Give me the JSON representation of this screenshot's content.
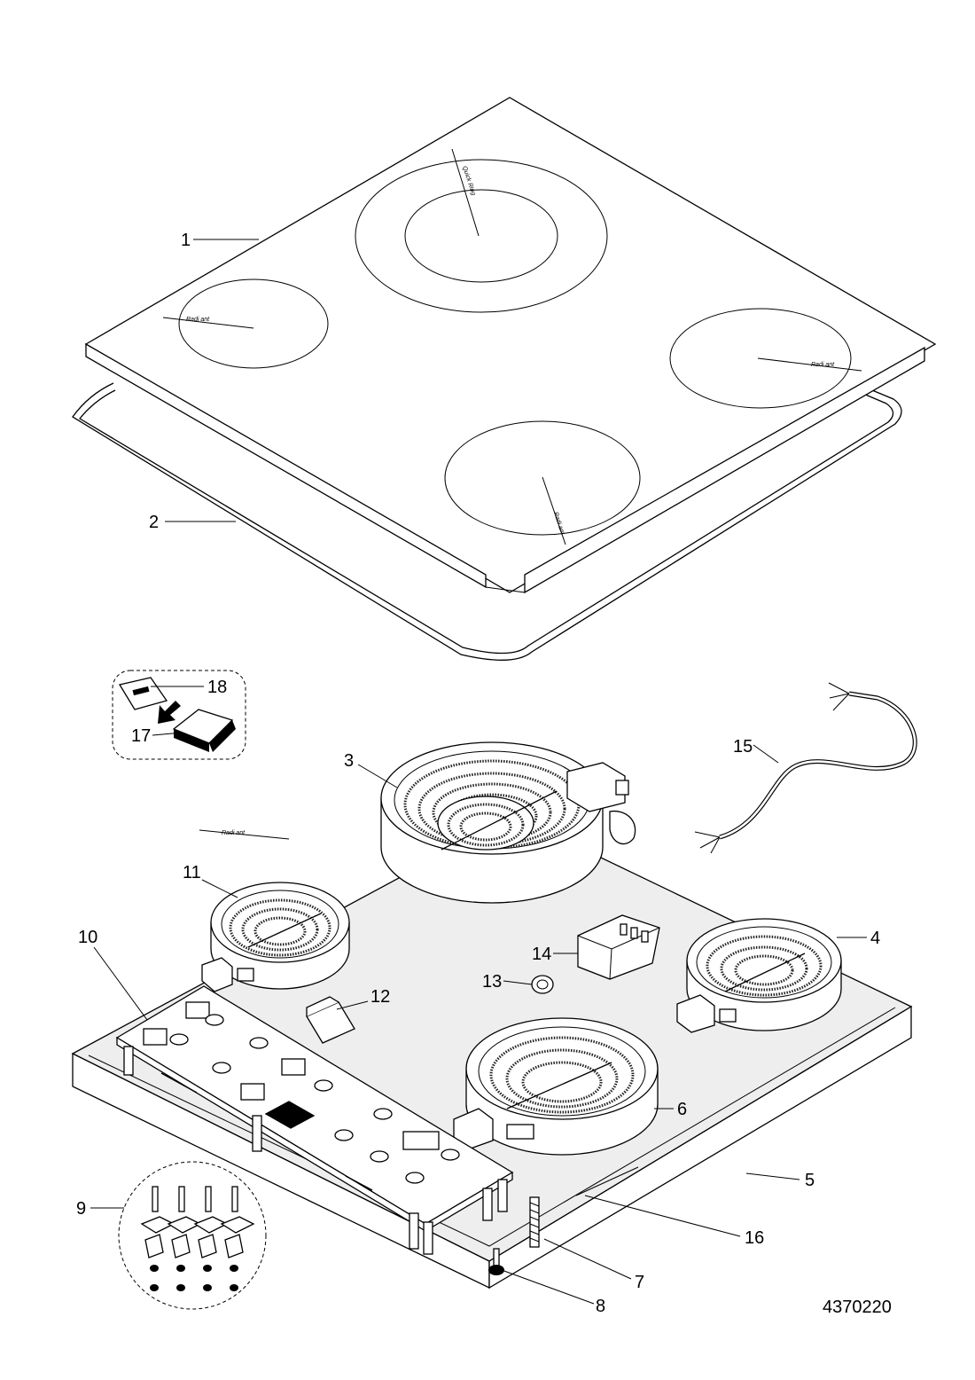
{
  "drawing_number": "4370220",
  "zone_labels": {
    "quick_ring": "Quick Ring",
    "radiant": "Radi ant"
  },
  "callouts": [
    {
      "id": "1",
      "label": "1"
    },
    {
      "id": "2",
      "label": "2"
    },
    {
      "id": "3",
      "label": "3"
    },
    {
      "id": "4",
      "label": "4"
    },
    {
      "id": "5",
      "label": "5"
    },
    {
      "id": "6",
      "label": "6"
    },
    {
      "id": "7",
      "label": "7"
    },
    {
      "id": "8",
      "label": "8"
    },
    {
      "id": "9",
      "label": "9"
    },
    {
      "id": "10",
      "label": "10"
    },
    {
      "id": "11",
      "label": "11"
    },
    {
      "id": "12",
      "label": "12"
    },
    {
      "id": "13",
      "label": "13"
    },
    {
      "id": "14",
      "label": "14"
    },
    {
      "id": "15",
      "label": "15"
    },
    {
      "id": "16",
      "label": "16"
    },
    {
      "id": "17",
      "label": "17"
    },
    {
      "id": "18",
      "label": "18"
    }
  ]
}
